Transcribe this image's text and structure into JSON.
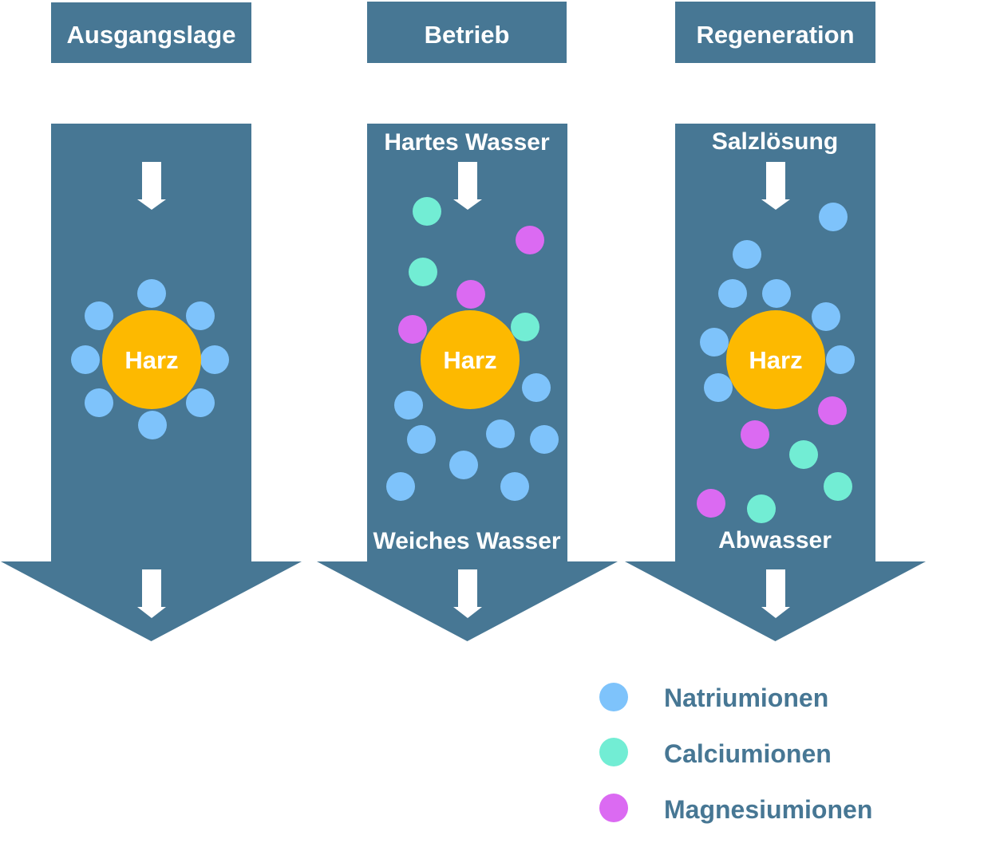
{
  "colors": {
    "panel": "#477794",
    "resin": "#FDB900",
    "white": "#FFFFFF",
    "legend_text": "#477794"
  },
  "panels": [
    {
      "header": "Ausgangslage",
      "top_label": "",
      "bottom_label": "",
      "resin_label": "Harz"
    },
    {
      "header": "Betrieb",
      "top_label": "Hartes Wasser",
      "bottom_label": "Weiches Wasser",
      "resin_label": "Harz"
    },
    {
      "header": "Regeneration",
      "top_label": "Salzlösung",
      "bottom_label": "Abwasser",
      "resin_label": "Harz"
    }
  ],
  "legend": [
    {
      "label": "Natriumionen",
      "color": "#7EC3FB",
      "icon": "sodium-ion-dot"
    },
    {
      "label": "Calciumionen",
      "color": "#72EDD4",
      "icon": "calcium-ion-dot"
    },
    {
      "label": "Magnesiumionen",
      "color": "#DB6AF2",
      "icon": "magnesium-ion-dot"
    }
  ]
}
